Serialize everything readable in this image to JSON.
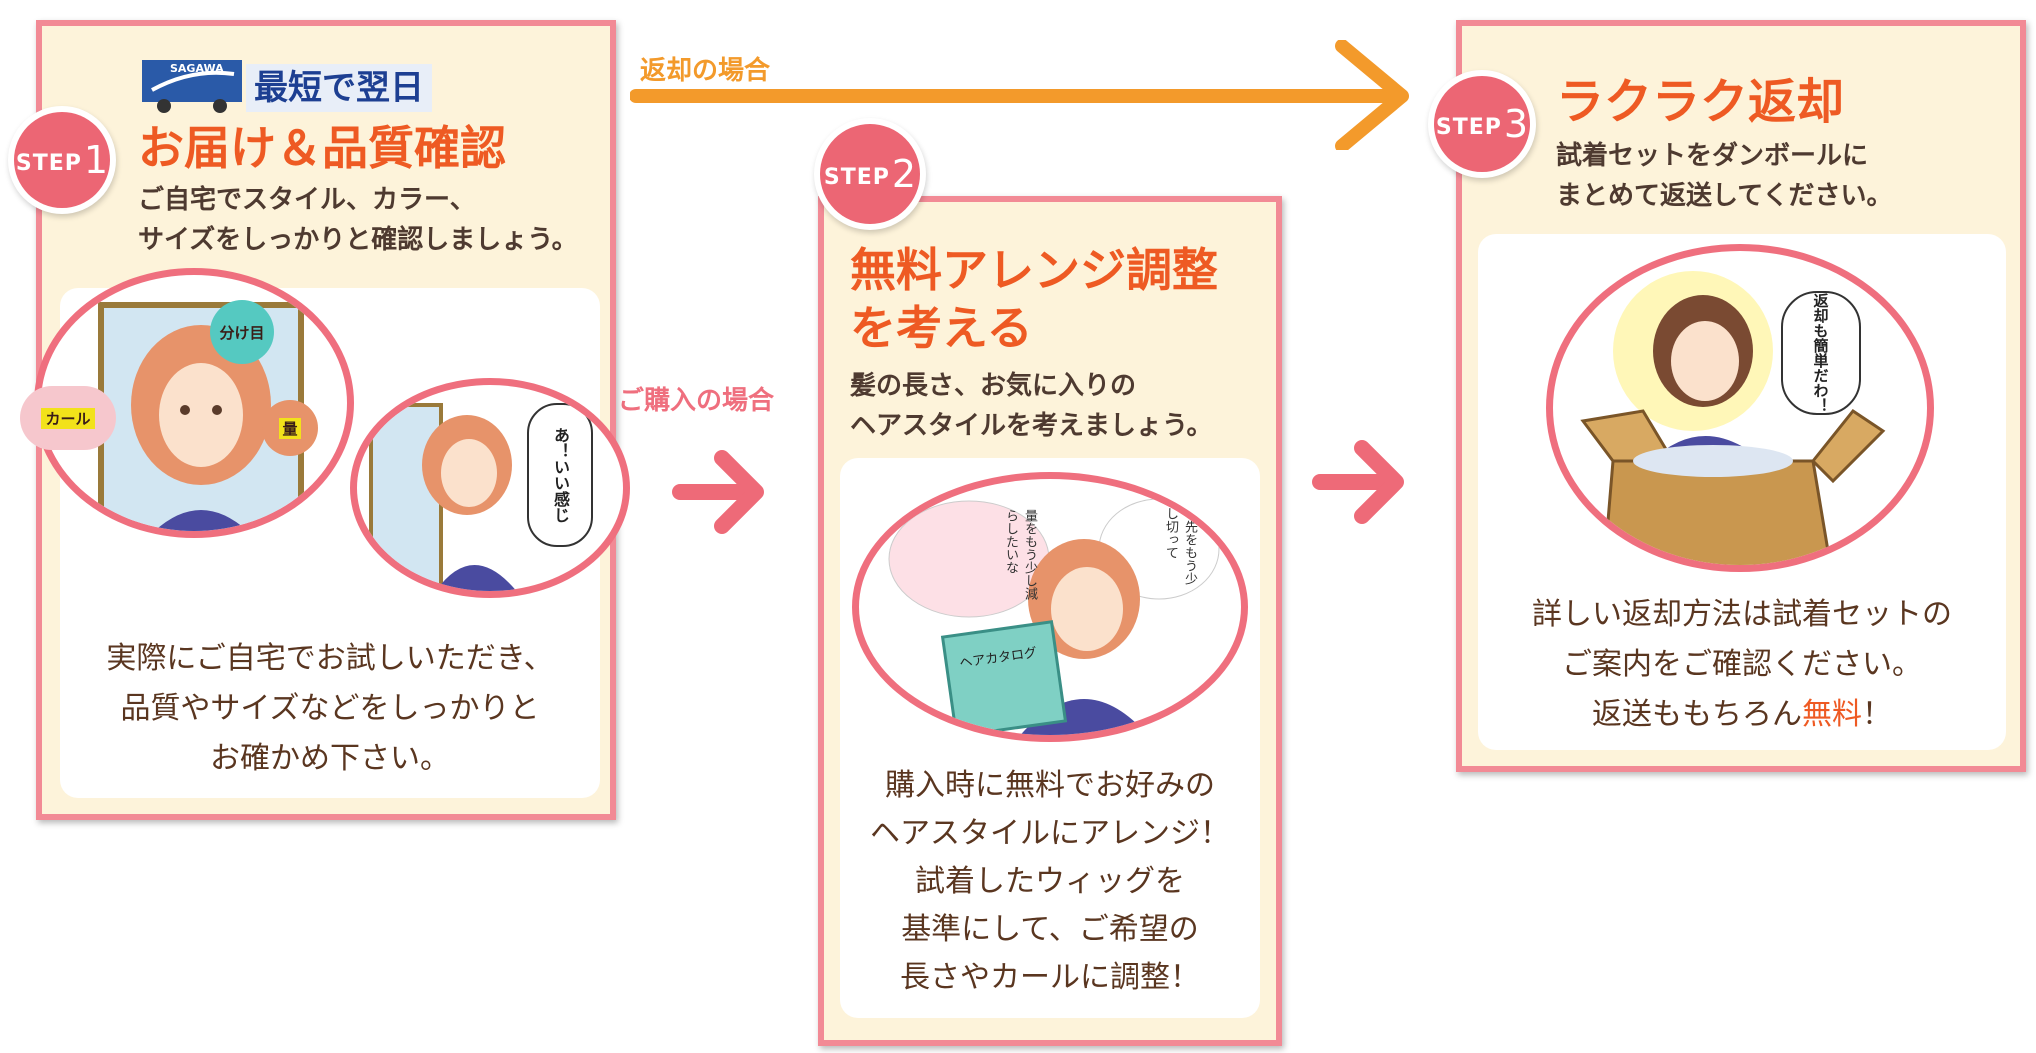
{
  "route_labels": {
    "return": "返却の場合",
    "purchase": "ご購入の場合"
  },
  "step1": {
    "badge_word": "STEP",
    "badge_number": "1",
    "delivery_logo_text": "SAGAWA",
    "delivery_tag": "最短で翌日",
    "title": "お届け＆品質確認",
    "subtitle_line1": "ご自宅でスタイル、カラー、",
    "subtitle_line2": "サイズをしっかりと確認しましょう。",
    "labels": {
      "parting": "分け目",
      "curl": "カール",
      "volume": "量"
    },
    "speech": "あ！いい感じ",
    "body_line1": "実際にご自宅でお試しいただき、",
    "body_line2": "品質やサイズなどをしっかりと",
    "body_line3": "お確かめ下さい。"
  },
  "step2": {
    "badge_word": "STEP",
    "badge_number": "2",
    "title_line1": "無料アレンジ調整",
    "title_line2": "を考える",
    "subtitle_line1": "髪の長さ、お気に入りの",
    "subtitle_line2": "ヘアスタイルを考えましょう。",
    "thought_left": "量をもう少し減らしたいな",
    "thought_right": "毛先をもう少し切って",
    "catalog_label": "ヘアカタログ",
    "body_line1": "購入時に無料でお好みの",
    "body_line2": "ヘアスタイルにアレンジ！",
    "body_line3": "試着したウィッグを",
    "body_line4": "基準にして、ご希望の",
    "body_line5": "長さやカールに調整！"
  },
  "step3": {
    "badge_word": "STEP",
    "badge_number": "3",
    "title": "ラクラク返却",
    "subtitle_line1": "試着セットをダンボールに",
    "subtitle_line2": "まとめて返送してください。",
    "speech": "返却も簡単だわ！",
    "body_line1": "詳しい返却方法は試着セットの",
    "body_line2": "ご案内をご確認ください。",
    "body_line3_prefix": "返送ももちろん",
    "body_line3_highlight": "無料",
    "body_line3_suffix": "！"
  },
  "colors": {
    "card_bg": "#fdf3da",
    "card_border": "#f28a95",
    "badge": "#ec6674",
    "title": "#ee5a23",
    "return_arrow": "#f39a2b",
    "step_arrow": "#ee6a78",
    "body_text": "#5a3620"
  }
}
